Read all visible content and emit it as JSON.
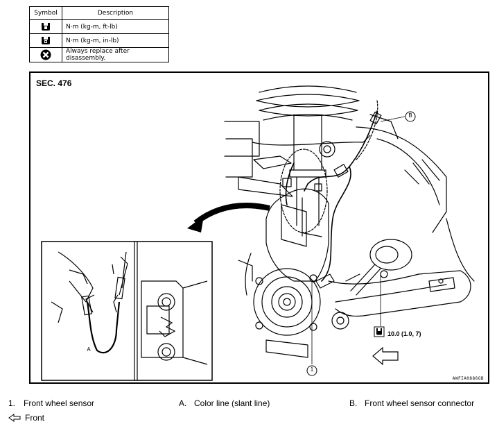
{
  "symbol_table": {
    "header_symbol": "Symbol",
    "header_description": "Description",
    "rows": [
      {
        "icon": "torque-wrench-icon",
        "description": "N·m (kg-m, ft-lb)"
      },
      {
        "icon": "torque-wrench-small-icon",
        "description": "N·m (kg-m, in-lb)"
      },
      {
        "icon": "replace-x-icon",
        "description": "Always replace after disassembly."
      }
    ]
  },
  "figure": {
    "section": "SEC. 476",
    "code": "AWFIA0886GB",
    "torque_value": "10.0 (1.0, 7)",
    "callout_1": "1",
    "callout_a": "A",
    "callout_b": "B"
  },
  "legend": {
    "item_1_num": "1.",
    "item_1_text": "Front wheel sensor",
    "item_a_num": "A.",
    "item_a_text": "Color line (slant line)",
    "item_b_num": "B.",
    "item_b_text": "Front wheel sensor connector",
    "front_text": "Front"
  }
}
